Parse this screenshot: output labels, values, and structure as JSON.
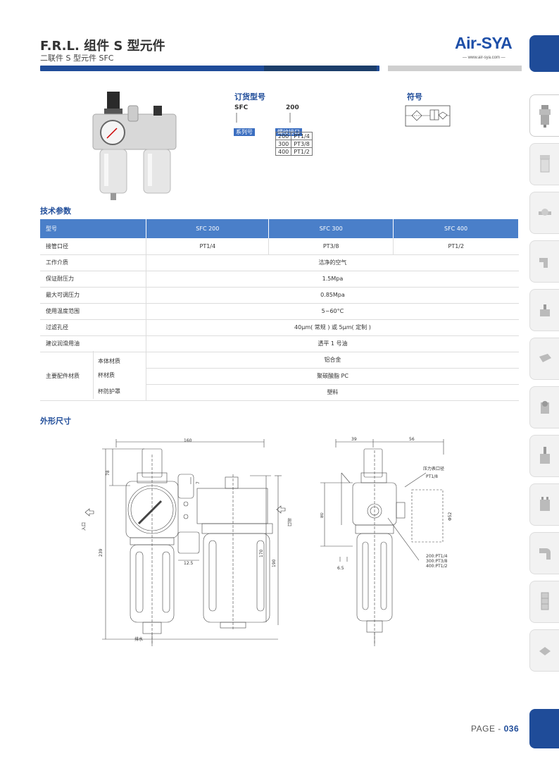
{
  "header": {
    "title": "F.R.L. 组件 S 型元件",
    "subtitle": "二联件 S 型元件 SFC",
    "logo": "Air-SYA",
    "logo_url": "— www.air-sya.com —"
  },
  "order": {
    "heading": "订货型号",
    "series_code": "SFC",
    "size_code": "200",
    "series_tag": "系列号",
    "port_tag": "螺纹接口",
    "options": [
      {
        "code": "200",
        "thread": "PT1/4"
      },
      {
        "code": "300",
        "thread": "PT3/8"
      },
      {
        "code": "400",
        "thread": "PT1/2"
      }
    ]
  },
  "symbol": {
    "heading": "符号"
  },
  "specs": {
    "heading": "技术参数",
    "columns": [
      "型号",
      "SFC 200",
      "SFC 300",
      "SFC 400"
    ],
    "port_row": {
      "label": "接管口径",
      "values": [
        "PT1/4",
        "PT3/8",
        "PT1/2"
      ]
    },
    "rows": [
      {
        "label": "工作介质",
        "value": "洁净的空气"
      },
      {
        "label": "保证耐压力",
        "value": "1.5Mpa"
      },
      {
        "label": "最大可调压力",
        "value": "0.85Mpa"
      },
      {
        "label": "使用温度范围",
        "value": "5~60°C"
      },
      {
        "label": "过滤孔径",
        "value": "40μm( 常规 ) 或 5μm( 定制 )"
      },
      {
        "label": "建议润滑用油",
        "value": "透平 1 号油"
      }
    ],
    "material_group": "主要配件材质",
    "materials": [
      {
        "label": "本体材质",
        "value": "铝合金"
      },
      {
        "label": "杯材质",
        "value": "聚碳酸脂 PC"
      },
      {
        "label": "杯防护罩",
        "value": "塑料"
      }
    ]
  },
  "dimensions": {
    "heading": "外形尺寸",
    "front": {
      "width": "160",
      "top_h": "78",
      "total_h": "239",
      "small": "7",
      "port_w": "12.5",
      "h170": "170",
      "h190": "190",
      "inlet": "入口",
      "outlet": "出口",
      "drain": "排水"
    },
    "side": {
      "w39": "39",
      "w56": "56",
      "h80": "80",
      "d52": "Φ52",
      "w65": "6.5",
      "gauge_port_label": "压力表口径",
      "gauge_port": "PT1/8",
      "ports": [
        "200:PT1/4",
        "300:PT3/8",
        "400:PT1/2"
      ]
    }
  },
  "footer": {
    "page_label": "PAGE - ",
    "page_number": "036"
  }
}
